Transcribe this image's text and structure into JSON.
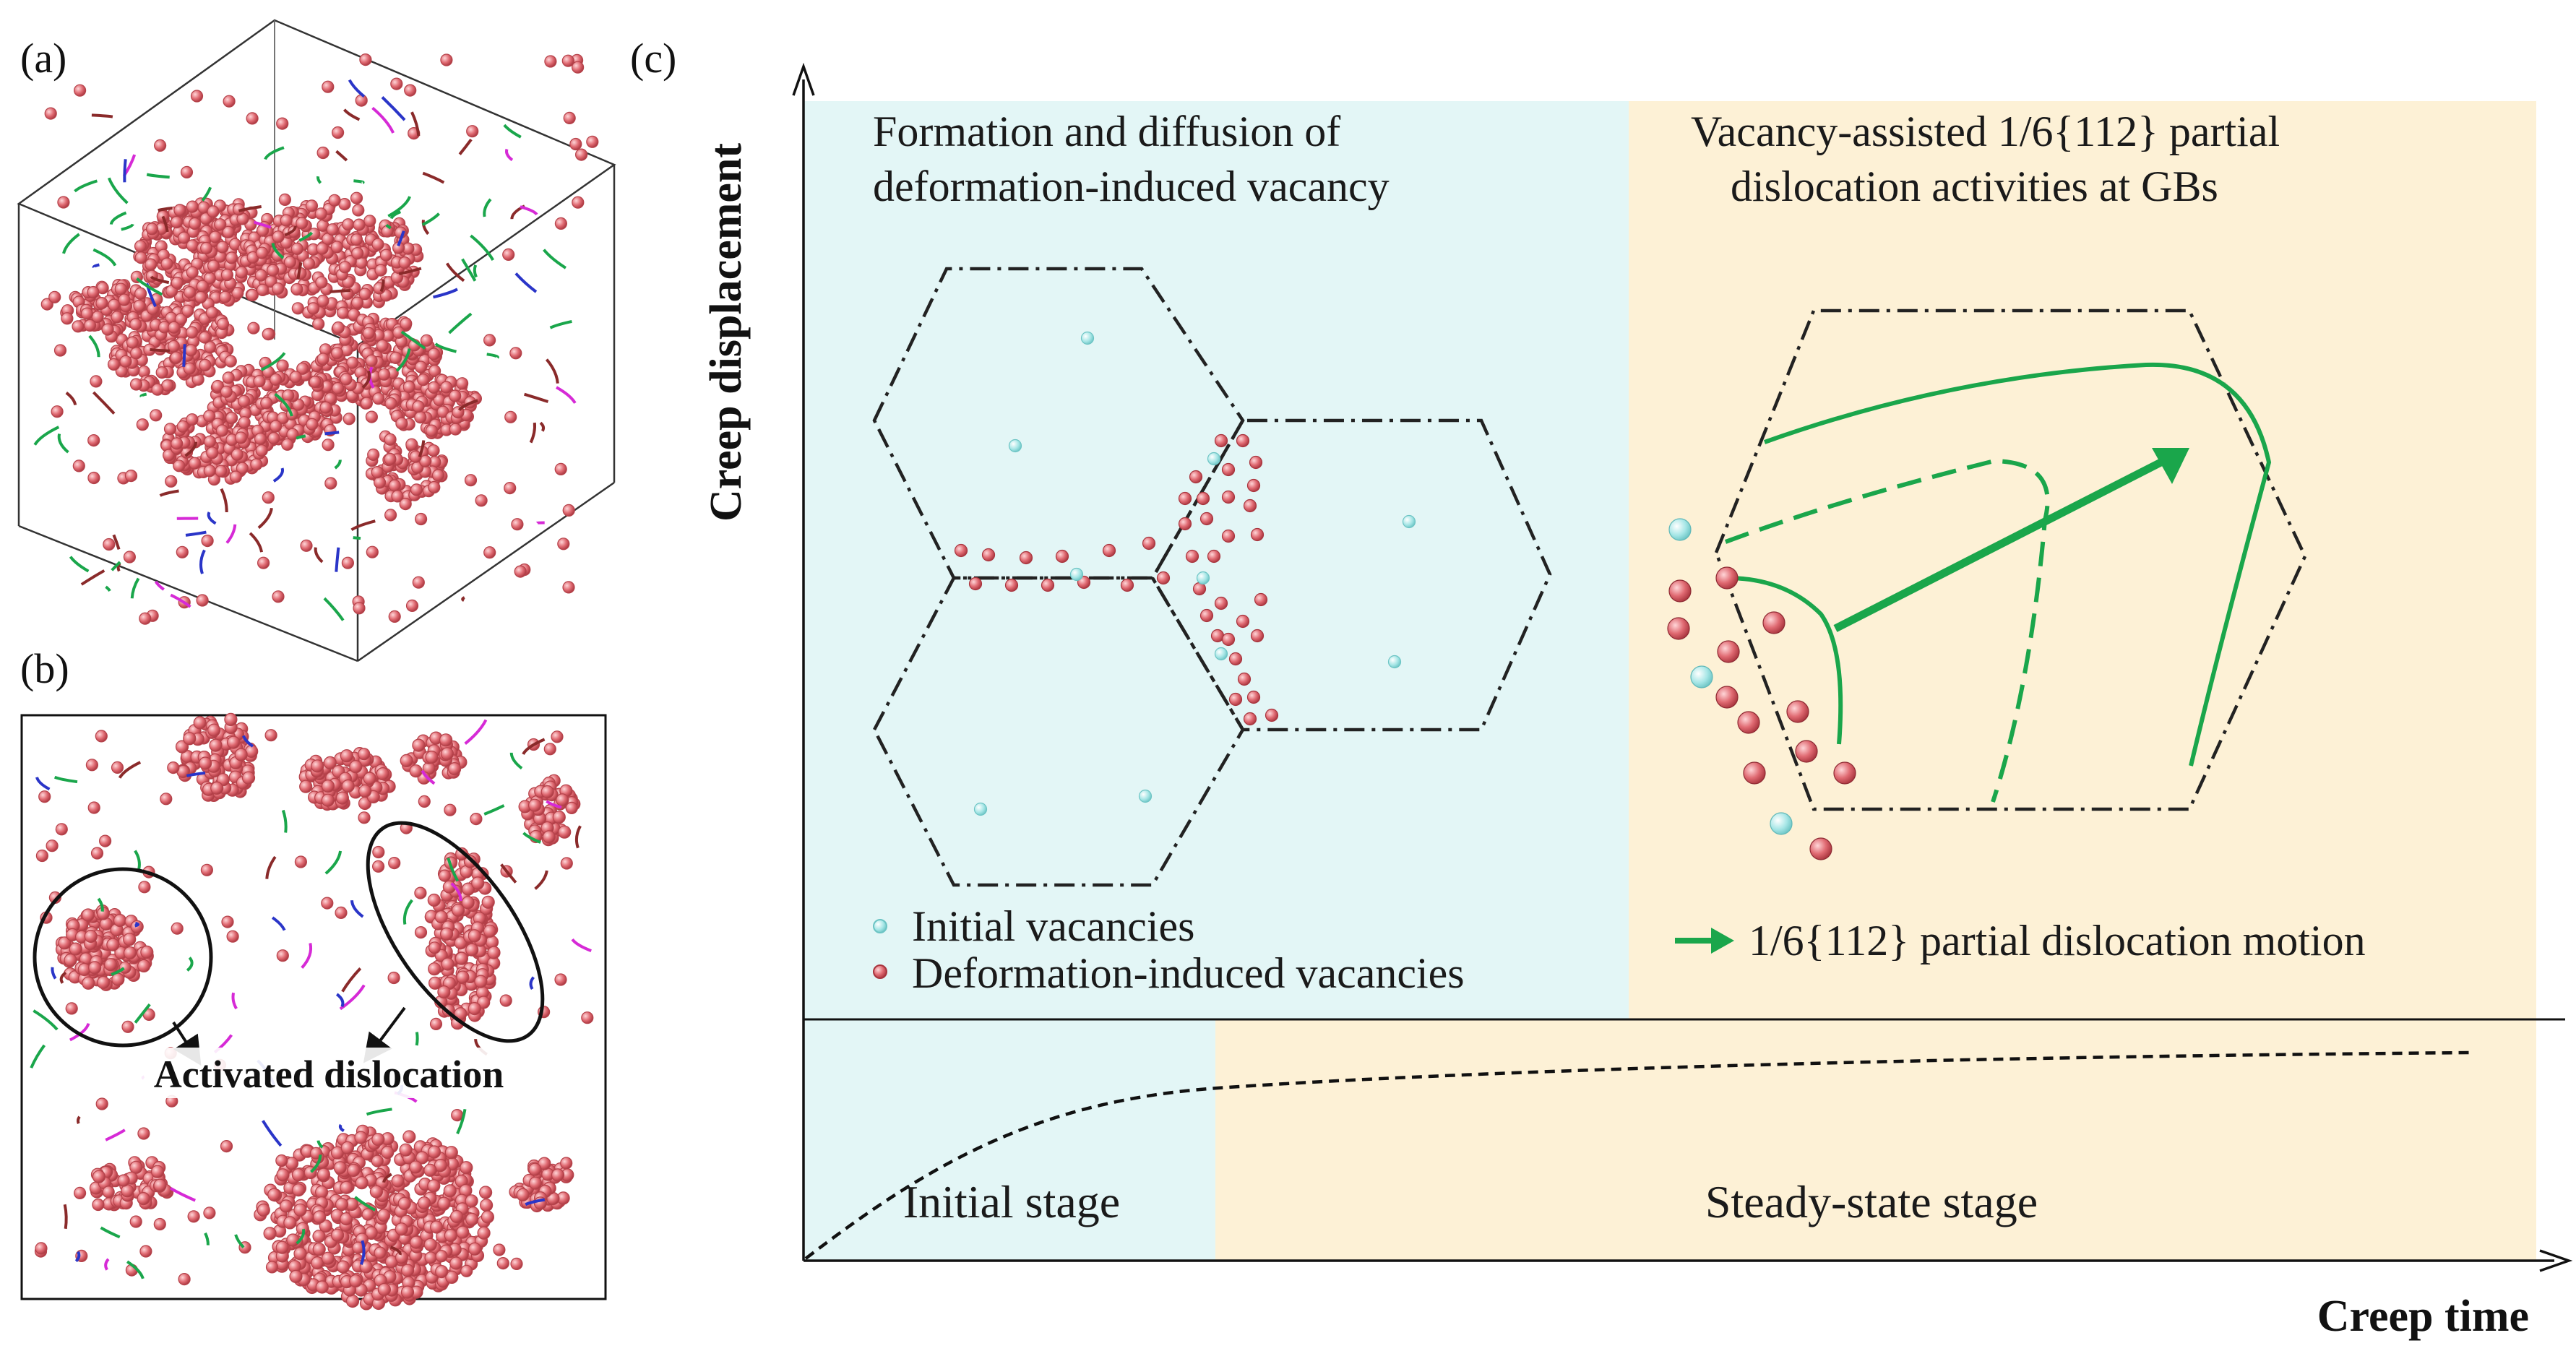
{
  "panels": {
    "a": {
      "label": "(a)"
    },
    "b": {
      "label": "(b)",
      "annotation": "Activated dislocation"
    },
    "c": {
      "label": "(c)",
      "y_axis_label": "Creep displacement",
      "x_axis_label": "Creep time",
      "left_region": {
        "title_line1": "Formation and diffusion of",
        "title_line2": "deformation-induced vacancy",
        "legend": [
          {
            "label": "Initial vacancies",
            "color": "#9fe3e3"
          },
          {
            "label": "Deformation-induced vacancies",
            "color": "#e07a80"
          }
        ]
      },
      "right_region": {
        "title_line1": "Vacancy-assisted 1/6{112} partial",
        "title_line2": "dislocation activities at GBs",
        "legend": [
          {
            "label": "1/6{112} partial dislocation motion",
            "color": "#1aa64b"
          }
        ]
      },
      "stages": {
        "initial": "Initial stage",
        "steady": "Steady-state stage"
      }
    }
  },
  "colors": {
    "initial_bg": "#e3f6f6",
    "steady_bg": "#fdf1d6",
    "atom_red": "#e06a72",
    "vacancy_cyan": "#a6e6e6",
    "dislocation_green": "#1aa64b",
    "dislocation_blue": "#2a35c8",
    "dislocation_magenta": "#d62ad6"
  }
}
